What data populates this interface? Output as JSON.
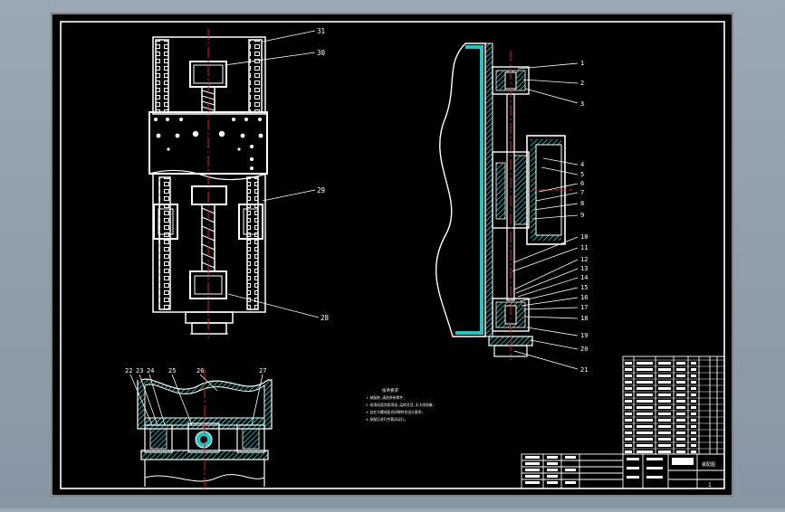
{
  "sheet": {
    "background": "#000000",
    "frame_color": "#ffffff",
    "hatch_color": "#27c4c4",
    "centerline_color": "#e02020"
  },
  "front_view_labels": [
    "31",
    "30",
    "29",
    "28"
  ],
  "side_view_labels": [
    "1",
    "2",
    "3",
    "4",
    "5",
    "6",
    "7",
    "8",
    "9",
    "10",
    "11",
    "12",
    "13",
    "14",
    "15",
    "16",
    "17",
    "18",
    "19",
    "20",
    "21"
  ],
  "bottom_view_labels": [
    "22",
    "23",
    "24",
    "25",
    "26",
    "27"
  ],
  "notes": {
    "heading": "技术要求",
    "lines": [
      "1.装配前,清洗所有零件;",
      "2.各滑动面涂润滑油,运转灵活,无卡滞现象;",
      "3.丝杠与螺母配合间隙符合设计要求;",
      "4.装配后进行空载试运行。"
    ]
  },
  "title_block": {
    "drawing_number": "装配图",
    "sheet": "1"
  }
}
